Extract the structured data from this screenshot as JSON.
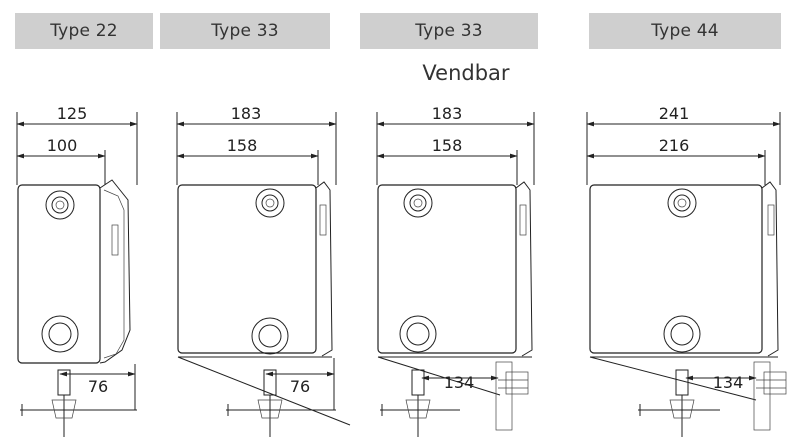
{
  "tabs": [
    {
      "label": "Type 22"
    },
    {
      "label": "Type 33"
    },
    {
      "label": "Type 33"
    },
    {
      "label": "Type 44"
    }
  ],
  "subtitle": "Vendbar",
  "drawings": [
    {
      "name": "type-22",
      "outer_width": "125",
      "inner_width": "100",
      "offset": "76"
    },
    {
      "name": "type-33",
      "outer_width": "183",
      "inner_width": "158",
      "offset": "76"
    },
    {
      "name": "type-33-vendbar",
      "outer_width": "183",
      "inner_width": "158",
      "offset": "134"
    },
    {
      "name": "type-44",
      "outer_width": "241",
      "inner_width": "216",
      "offset": "134"
    }
  ]
}
